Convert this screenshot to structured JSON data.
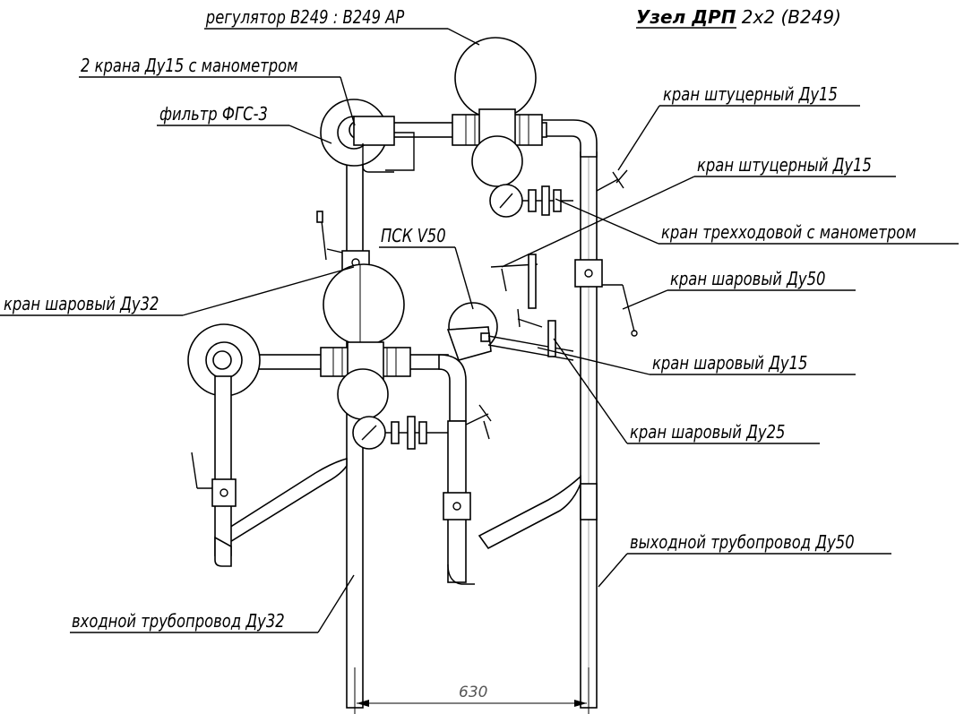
{
  "title": {
    "prefix": "Узел ДРП",
    "suffix": " 2х2 (В249)"
  },
  "labels": {
    "regulator": "регулятор В249 : В249 АР",
    "two_valves": "2 крана Ду15 с манометром",
    "filter": "фильтр ФГС-3",
    "fitting_valve_1": "кран штуцерный Ду15",
    "fitting_valve_2": "кран штуцерный Ду15",
    "three_way_valve": "кран трехходовой с манометром",
    "psk": "ПСК V50",
    "ball_valve_32": "кран шаровый Ду32",
    "ball_valve_50": "кран шаровый Ду50",
    "ball_valve_15": "кран шаровый Ду15",
    "ball_valve_25": "кран шаровый Ду25",
    "outlet_pipe": "выходной трубопровод Ду50",
    "inlet_pipe": "входной трубопровод Ду32"
  },
  "dimension": "630"
}
